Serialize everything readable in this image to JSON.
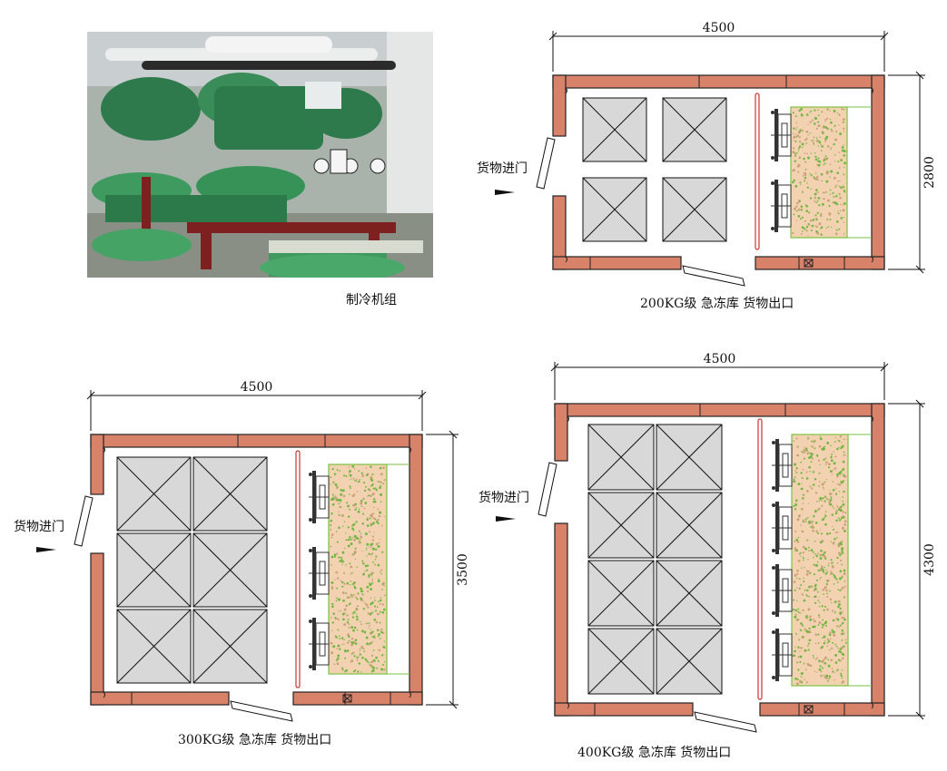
{
  "photo_caption": "制冷机组",
  "plans": [
    {
      "id": "p200",
      "caption": "200KG级 急冻库 货物出口",
      "width_dim": "4500",
      "height_dim": "2800",
      "entrance": "货物进门"
    },
    {
      "id": "p300",
      "caption": "300KG级 急冻库 货物出口",
      "width_dim": "4500",
      "height_dim": "3500",
      "entrance": "货物进门"
    },
    {
      "id": "p400",
      "caption": "400KG级 急冻库 货物出口",
      "width_dim": "4500",
      "height_dim": "4300",
      "entrance": "货物进门"
    }
  ],
  "colors": {
    "wall": "#d8826a",
    "wall_edge": "#222222",
    "pallet": "#d8d8d8",
    "evaporator_fill": "#f2d2b0",
    "evaporator_edge": "#7ac143",
    "rail": "#cc3333",
    "fan": "#333333"
  }
}
